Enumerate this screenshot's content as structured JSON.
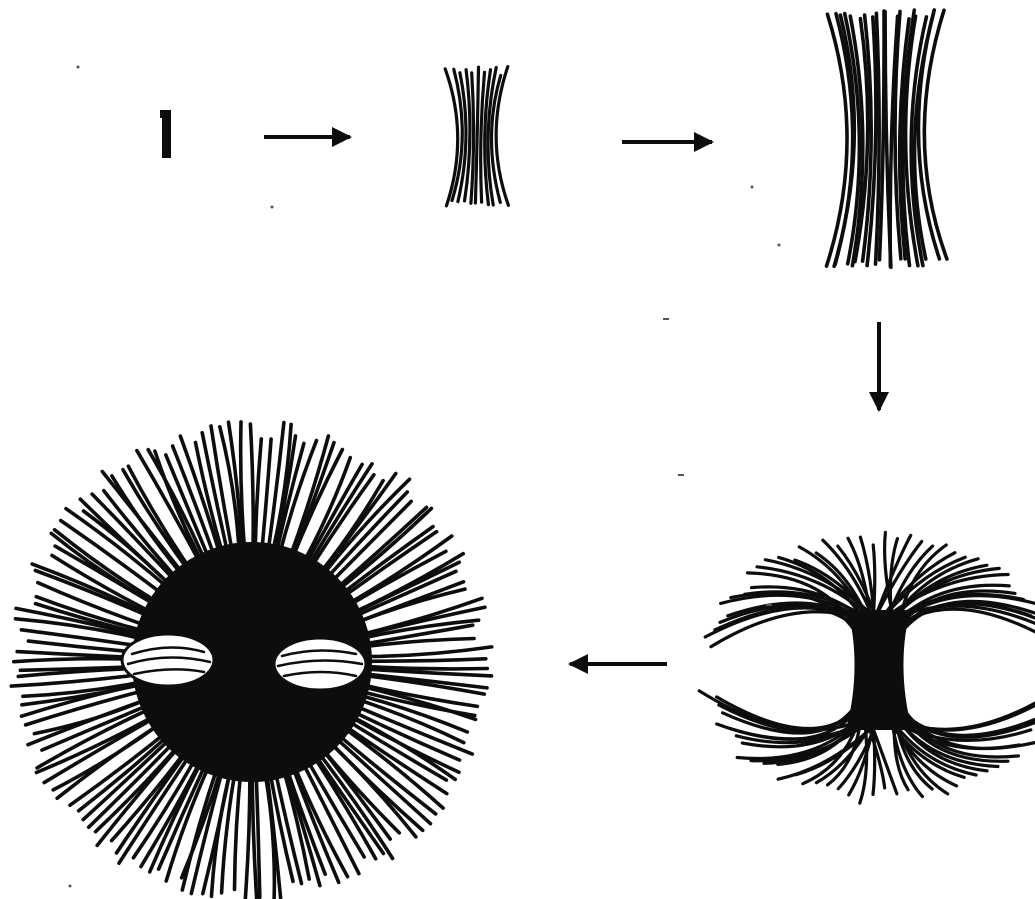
{
  "diagram": {
    "stages": [
      {
        "id": "stage-1",
        "kind": "seed-rod"
      },
      {
        "id": "stage-2",
        "kind": "small-sheaf"
      },
      {
        "id": "stage-3",
        "kind": "large-sheaf"
      },
      {
        "id": "stage-4",
        "kind": "fanned-dumbbell"
      },
      {
        "id": "stage-5",
        "kind": "spherulite"
      }
    ],
    "arrows": [
      {
        "from": "stage-1",
        "to": "stage-2",
        "direction": "right"
      },
      {
        "from": "stage-2",
        "to": "stage-3",
        "direction": "right"
      },
      {
        "from": "stage-3",
        "to": "stage-4",
        "direction": "down"
      },
      {
        "from": "stage-4",
        "to": "stage-5",
        "direction": "left"
      }
    ],
    "colors": {
      "ink": "#0d0d0d",
      "paper": "#ffffff"
    }
  }
}
